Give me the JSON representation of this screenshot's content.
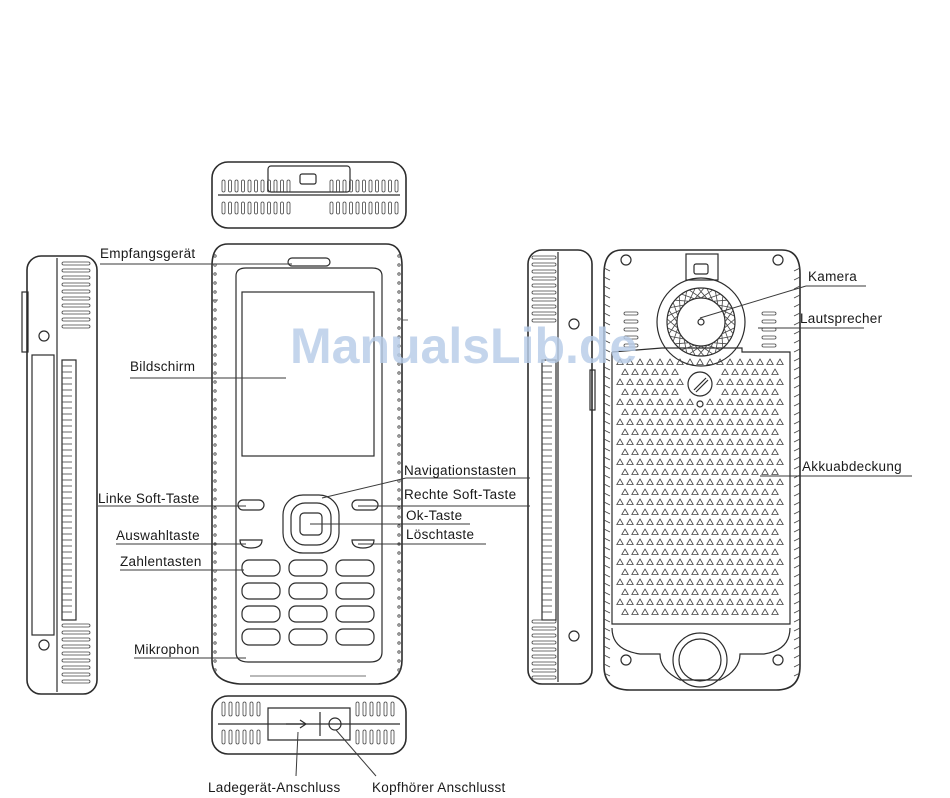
{
  "watermark": "ManualsLib.de",
  "labels": {
    "receiver": "Empfangsgerät",
    "display": "Bildschirm",
    "nav_keys": "Navigationstasten",
    "left_soft": "Linke Soft-Taste",
    "right_soft": "Rechte Soft-Taste",
    "ok_key": "Ok-Taste",
    "select_key": "Auswahltaste",
    "delete_key": "Löschtaste",
    "number_keys": "Zahlentasten",
    "microphone": "Mikrophon",
    "camera": "Kamera",
    "speaker": "Lautsprecher",
    "battery_cover": "Akkuabdeckung",
    "charger_port": "Ladegerät-Anschluss",
    "headphone_port": "Kopfhörer Anschlusst"
  },
  "colors": {
    "line": "#2c2c2c",
    "watermark": "#b8cde8"
  }
}
